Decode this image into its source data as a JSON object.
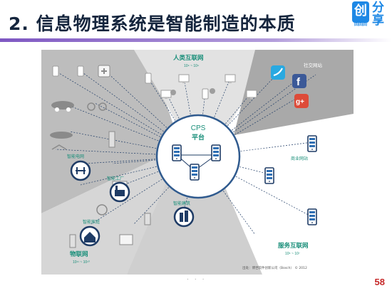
{
  "slide": {
    "title": "2. 信息物理系统是智能制造的本质",
    "page_number": "58",
    "ellipsis": "· · ·"
  },
  "logo": {
    "badge_char": "创",
    "badge_sub": "回回回",
    "side_chars": "分享",
    "accent": "#1e88e5"
  },
  "diagram": {
    "center_title": "CPS",
    "center_subtitle": "平台",
    "human_network": {
      "label": "人类互联网",
      "sub": "10⁹ ~ 10⁹"
    },
    "iot": {
      "label": "物联网",
      "sub": "10¹¹ ~ 10¹⁰"
    },
    "services_network": {
      "label": "服务互联网",
      "sub": "10⁶ ~ 10⁷"
    },
    "social_web": "社交网站",
    "business_web": "商业网站",
    "smart_grid": "智能电网",
    "smart_factory": "智能工厂",
    "smart_home": "智能家庭",
    "smart_building": "智能建筑",
    "source": "出处：博世软件创新公司（Bosch） © 2012",
    "colors": {
      "wedge": "#9e9e9e",
      "wedge_light": "#c7c7c7",
      "accent_teal": "#1a8f7a",
      "hub": "#2f5a8e",
      "dash": "#1f3c66"
    }
  }
}
